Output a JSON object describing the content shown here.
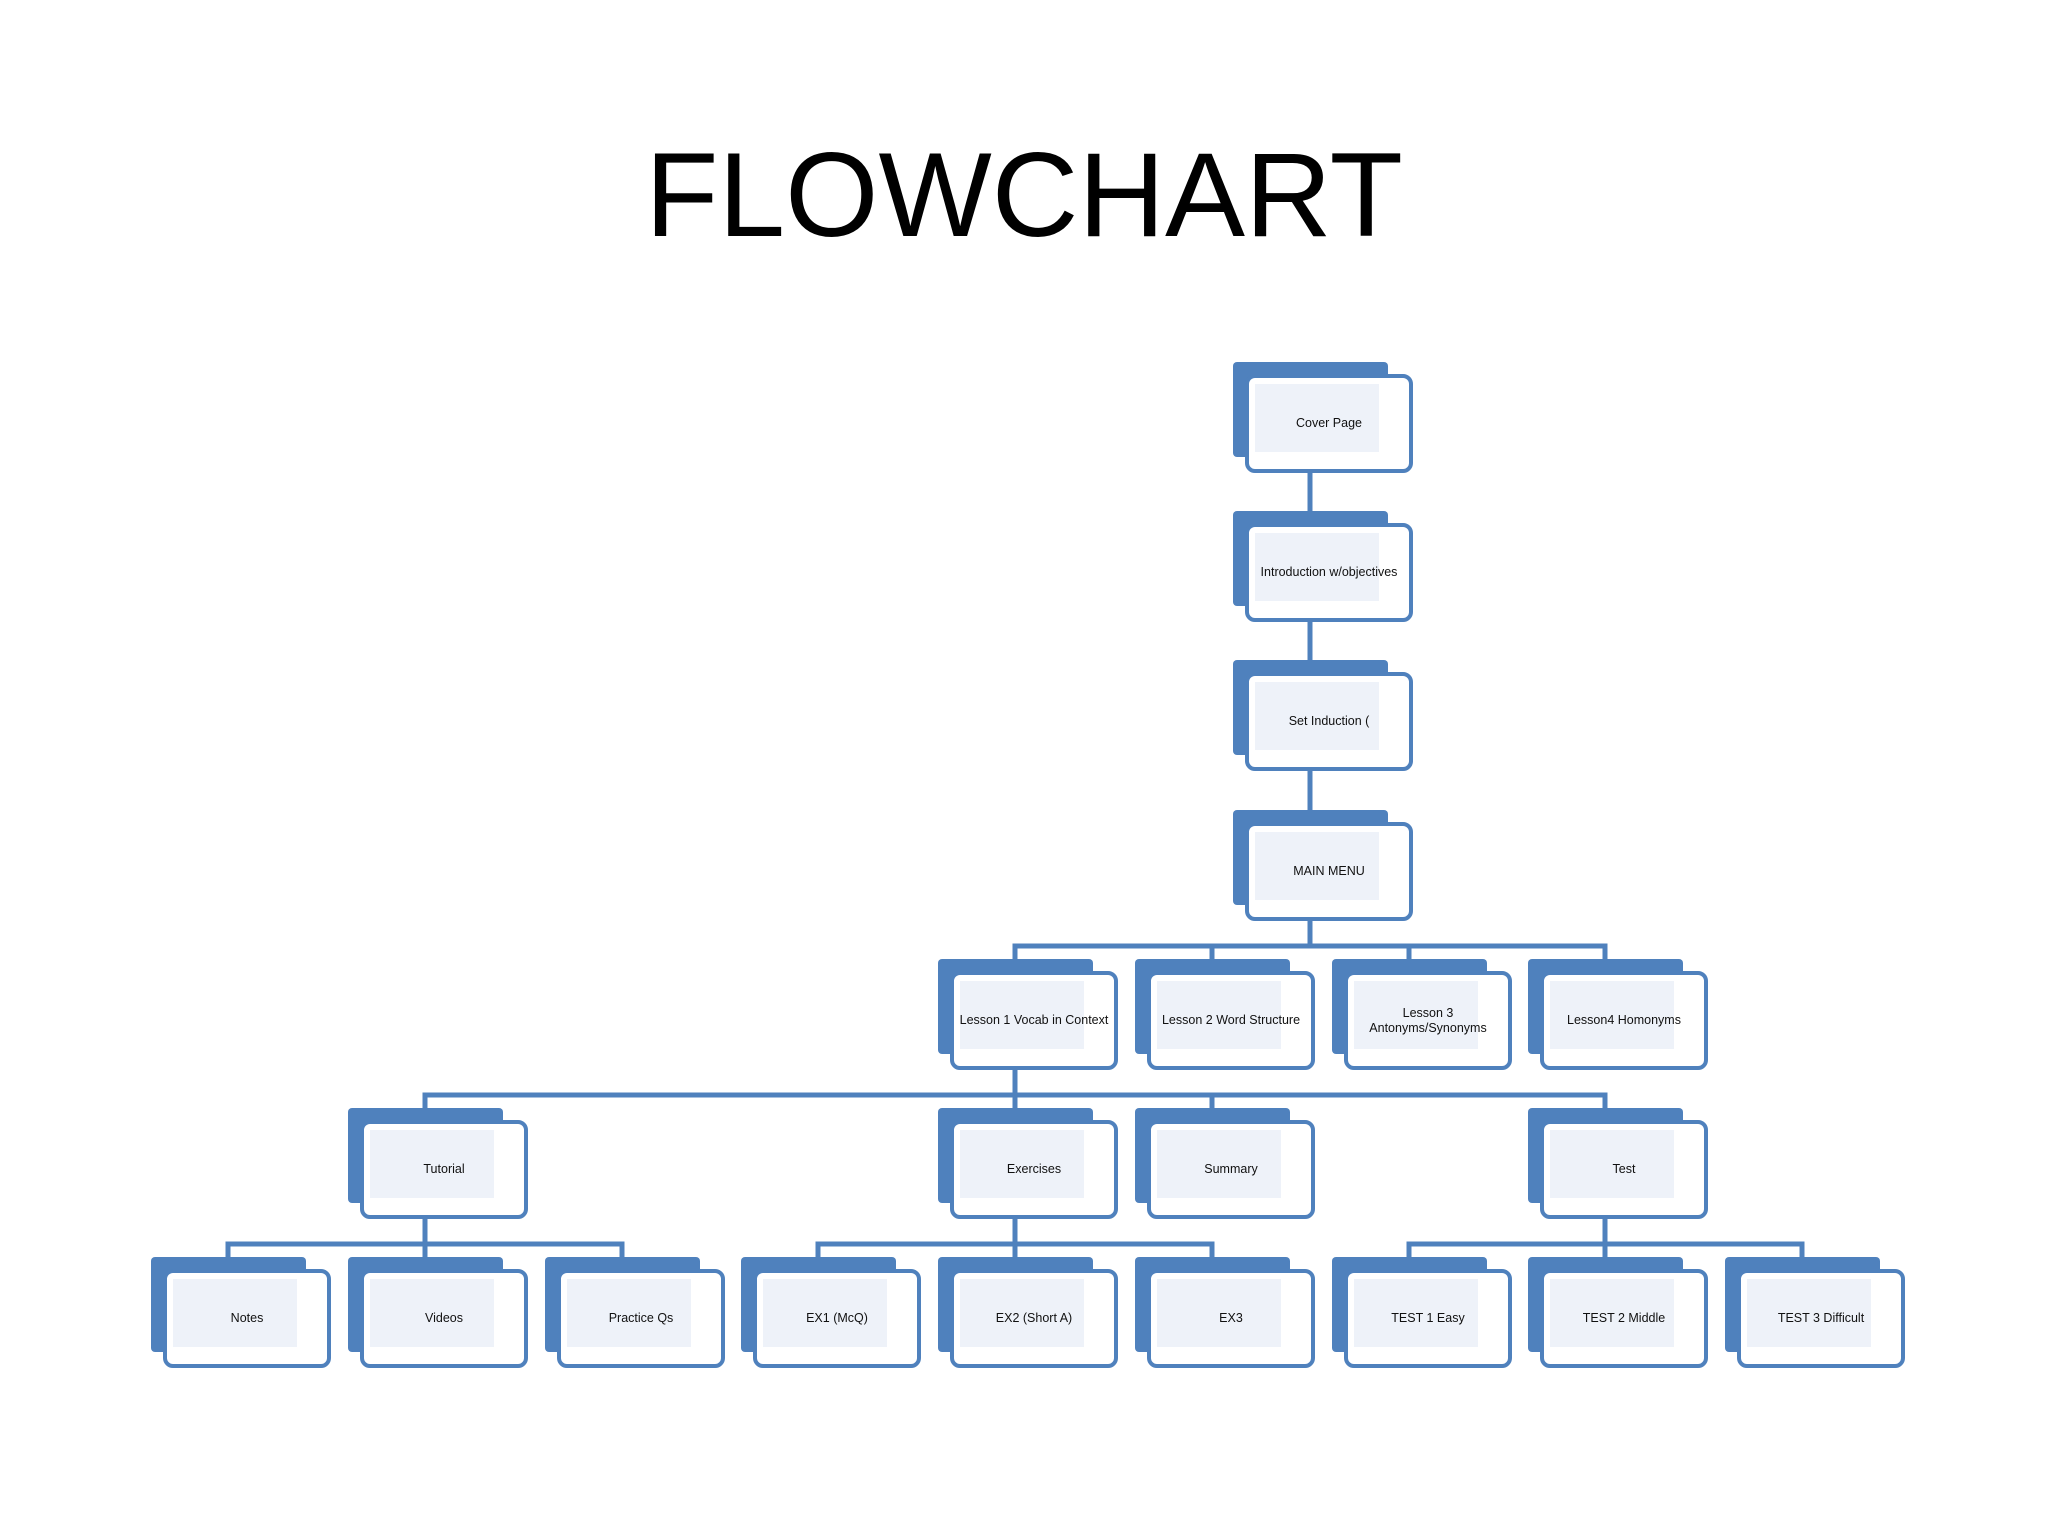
{
  "title": "FLOWCHART",
  "colors": {
    "box": "#4f81bd",
    "box_inner": "#eef2f9",
    "connector": "#4f81bd"
  },
  "nodes": {
    "cover": "Cover Page",
    "intro": "Introduction w/objectives",
    "setind": "Set Induction (",
    "menu": "MAIN MENU",
    "l1": "Lesson 1 Vocab in Context",
    "l2": "Lesson 2 Word Structure",
    "l3": "Lesson 3 Antonyms/Synonyms",
    "l4": "Lesson4 Homonyms",
    "tut": "Tutorial",
    "ex": "Exercises",
    "sum": "Summary",
    "test": "Test",
    "notes": "Notes",
    "videos": "Videos",
    "pq": "Practice Qs",
    "ex1": "EX1 (McQ)",
    "ex2": "EX2 (Short A)",
    "ex3": "EX3",
    "t1": "TEST 1 Easy",
    "t2": "TEST 2 Middle",
    "t3": "TEST 3 Difficult"
  },
  "edges": [
    [
      "cover",
      "intro"
    ],
    [
      "intro",
      "setind"
    ],
    [
      "setind",
      "menu"
    ],
    [
      "menu",
      "l1"
    ],
    [
      "menu",
      "l2"
    ],
    [
      "menu",
      "l3"
    ],
    [
      "menu",
      "l4"
    ],
    [
      "l1",
      "tut"
    ],
    [
      "l1",
      "ex"
    ],
    [
      "l1",
      "sum"
    ],
    [
      "l1",
      "test"
    ],
    [
      "tut",
      "notes"
    ],
    [
      "tut",
      "videos"
    ],
    [
      "tut",
      "pq"
    ],
    [
      "ex",
      "ex1"
    ],
    [
      "ex",
      "ex2"
    ],
    [
      "ex",
      "ex3"
    ],
    [
      "test",
      "t1"
    ],
    [
      "test",
      "t2"
    ],
    [
      "test",
      "t3"
    ]
  ]
}
